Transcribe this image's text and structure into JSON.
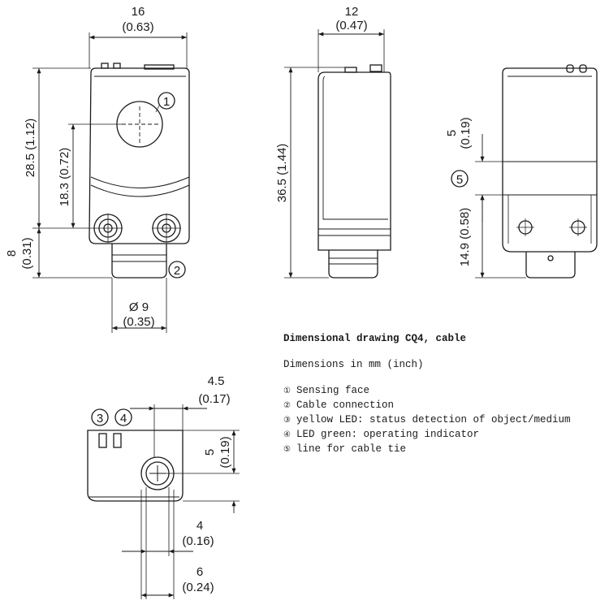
{
  "legend": {
    "title": "Dimensional drawing CQ4, cable",
    "units": "Dimensions in mm (inch)",
    "items": [
      {
        "num": "①",
        "label": "Sensing face"
      },
      {
        "num": "②",
        "label": "Cable connection"
      },
      {
        "num": "③",
        "label": "yellow LED: status detection of object/medium"
      },
      {
        "num": "④",
        "label": "LED green: operating indicator"
      },
      {
        "num": "⑤",
        "label": "line for cable tie"
      }
    ]
  },
  "callouts": {
    "c1": "1",
    "c2": "2",
    "c3": "3",
    "c4": "4",
    "c5": "5"
  },
  "dims": {
    "front_width": {
      "mm": "16",
      "inch": "(0.63)"
    },
    "front_height": "28.5 (1.12)",
    "front_center": "18.3 (0.72)",
    "front_connector": {
      "mm": "8",
      "inch": "(0.31)"
    },
    "front_diameter": {
      "mm": "Ø 9",
      "inch": "(0.35)"
    },
    "side_width": {
      "mm": "12",
      "inch": "(0.47)"
    },
    "side_height": "36.5 (1.44)",
    "back_top": {
      "mm": "5",
      "inch": "(0.19)"
    },
    "back_bottom": "14.9 (0.58)",
    "top_offset": {
      "mm": "4.5",
      "inch": "(0.17)"
    },
    "top_height": {
      "mm": "5",
      "inch": "(0.19)"
    },
    "top_hole": {
      "mm": "4",
      "inch": "(0.16)"
    },
    "top_width": {
      "mm": "6",
      "inch": "(0.24)"
    }
  }
}
